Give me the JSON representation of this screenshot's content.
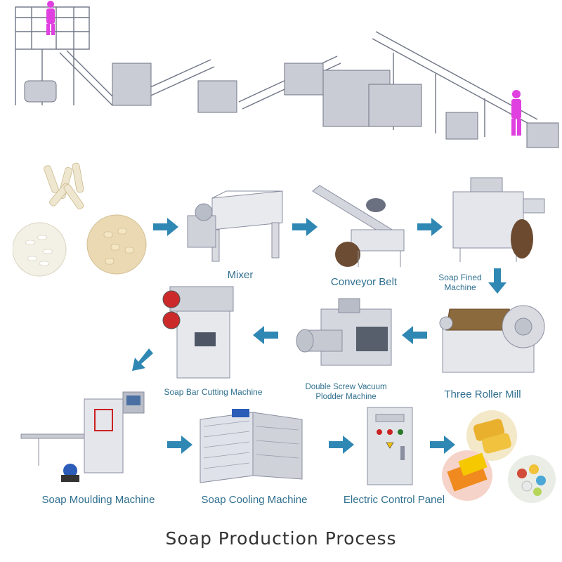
{
  "labels": {
    "mixer": "Mixer",
    "conveyor": "Conveyor Belt",
    "fined_1": "Soap Fined",
    "fined_2": "Machine",
    "three_roller": "Three Roller Mill",
    "plodder_1": "Double Screw Vacuum",
    "plodder_2": "Plodder Machine",
    "cutting": "Soap Bar Cutting Machine",
    "moulding": "Soap Moulding Machine",
    "cooling": "Soap Cooling Machine",
    "panel": "Electric Control Panel"
  },
  "title": "Soap Production Process",
  "colors": {
    "arrow": "#2f87b3",
    "label": "#2f6f8f",
    "machine_line": "#8a8fa0",
    "human_figure": "#e040e0"
  },
  "icons": {
    "arrow": "arrow-icon",
    "person": "person-icon"
  }
}
